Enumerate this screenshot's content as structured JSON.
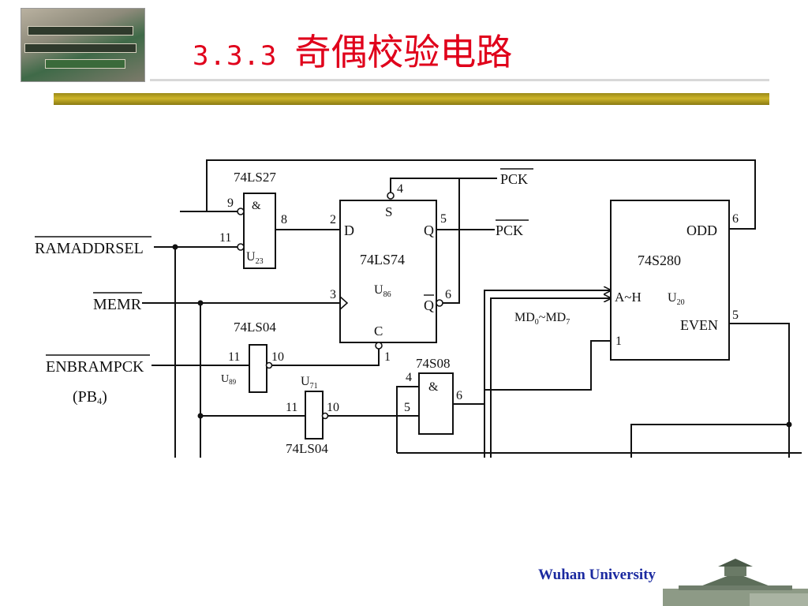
{
  "slide": {
    "section_number": "3.3.3",
    "title": "奇偶校验电路",
    "footer_logo": "Wuhan University"
  },
  "colors": {
    "title": "#e0001b",
    "rule_gold": "#cdb42a",
    "logo_blue": "#1b2aa0"
  },
  "circuit": {
    "inputs": {
      "ramaddrsel": "RAMADDRSEL",
      "memr": "MEMR",
      "enbrampck": "ENBRAMPCK",
      "pb4": "(PB",
      "pb4_sub": "4",
      "pb4_close": ")"
    },
    "u23": {
      "part": "74LS27",
      "sym": "&",
      "label": "U",
      "sub": "23",
      "pin_a": "9",
      "pin_b": "11",
      "pin_out": "8"
    },
    "u86": {
      "part": "74LS74",
      "label": "U",
      "sub": "86",
      "d": "D",
      "q": "Q",
      "qbar": "Q",
      "s": "S",
      "c": "C",
      "pin_d": "2",
      "pin_clk": "3",
      "pin_s": "4",
      "pin_c": "1",
      "pin_q": "5",
      "pin_qbar": "6"
    },
    "u89": {
      "part": "74LS04",
      "label": "U",
      "sub": "89",
      "pin_in": "11",
      "pin_out": "10"
    },
    "u71": {
      "part": "74LS04",
      "label": "U",
      "sub": "71",
      "pin_in": "11",
      "pin_out": "10"
    },
    "u74s08": {
      "part": "74S08",
      "sym": "&",
      "pin_a": "4",
      "pin_b": "5",
      "pin_out": "6"
    },
    "u20": {
      "part": "74S280",
      "label": "U",
      "sub": "20",
      "odd": "ODD",
      "even": "EVEN",
      "ah": "A~H",
      "in1": "1",
      "pin_odd": "6",
      "pin_even": "5"
    },
    "signals": {
      "pck_top": "PCK",
      "pck_q": "PCK",
      "md_prefix": "MD",
      "md_sub0": "0",
      "md_mid": "~MD",
      "md_sub7": "7"
    }
  }
}
